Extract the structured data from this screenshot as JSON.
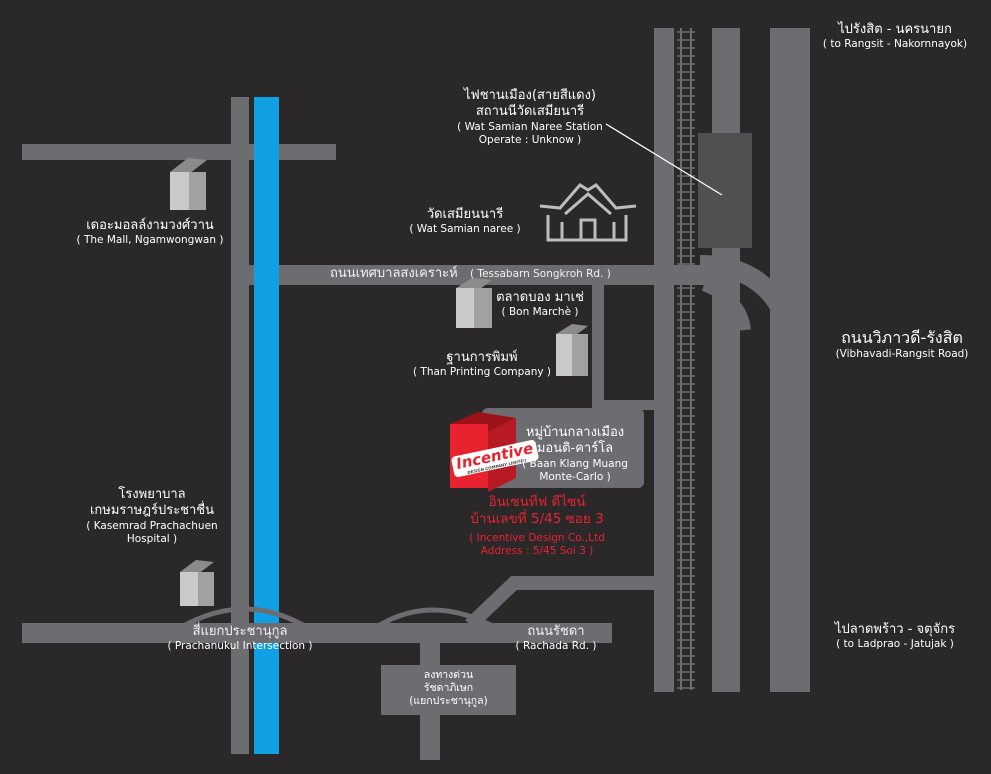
{
  "colors": {
    "background": "#2a2829",
    "road": "#6d6c70",
    "road_dark": "#505052",
    "canal": "#12a0e4",
    "text": "#ffffff",
    "highlight": "#e8232f"
  },
  "directions": {
    "north_th": "ไปรังสิต - นครนายก",
    "north_en": "( to Rangsit - Nakornnayok)",
    "south_th": "ไปลาดพร้าว - จตุจักร",
    "south_en": "( to Ladprao - Jatujak )"
  },
  "roads": {
    "vibhavadi_th": "ถนนวิภาวดี-รังสิต",
    "vibhavadi_en": "(Vibhavadi-Rangsit Road)",
    "tessabarn_th": "ถนนเทศบาลสงเคราะห์",
    "tessabarn_en": "( Tessabarn Songkroh Rd. )",
    "rachada_th": "ถนนรัชดา",
    "rachada_en": "( Rachada Rd. )",
    "prachanukul_th": "สี่แยกประชานุกูล",
    "prachanukul_en": "( Prachanukul Intersection )",
    "expressway_line1": "ลงทางด่วน",
    "expressway_line2": "รัชดาภิเษก",
    "expressway_line3": "(แยกประชานุกูล)"
  },
  "landmarks": {
    "train_th1": "ไฟชานเมือง(สายสีแดง)",
    "train_th2": "สถานนีวัดเสมียนารี",
    "train_en1": "( Wat Samian Naree Station",
    "train_en2": "Operate : Unknow )",
    "temple_th": "วัดเสมียนนารี",
    "temple_en": "( Wat Samian naree )",
    "mall_th": "เดอะมอลล์งามวงศ์วาน",
    "mall_en": "( The Mall, Ngamwongwan )",
    "bonmarche_th": "ตลาดบอง มาเช่",
    "bonmarche_en": "( Bon Marchè )",
    "printing_th": "ฐานการพิมพ์",
    "printing_en": "( Than Printing Company )",
    "village_th1": "หมู่บ้านกลางเมือง",
    "village_th2": "มอนติ-คาร์โล",
    "village_en1": "( Baan Klang Muang",
    "village_en2": "Monte-Carlo )",
    "hospital_th1": "โรงพยาบาล",
    "hospital_th2": "เกษมราษฎร์ประชาชื่น",
    "hospital_en1": "( Kasemrad Prachachuen",
    "hospital_en2": "Hospital )"
  },
  "company": {
    "logo_text": "Incentive",
    "logo_subtext": "DESIGN COMPANY LIMITED",
    "name_th": "อินเซนทีฟ ดีไซน์",
    "address_th": "บ้านเลขที่ 5/45 ซอย 3",
    "name_en": "( Incentive Design Co.,Ltd",
    "address_en": "Address : 5/45 Soi 3 )"
  }
}
